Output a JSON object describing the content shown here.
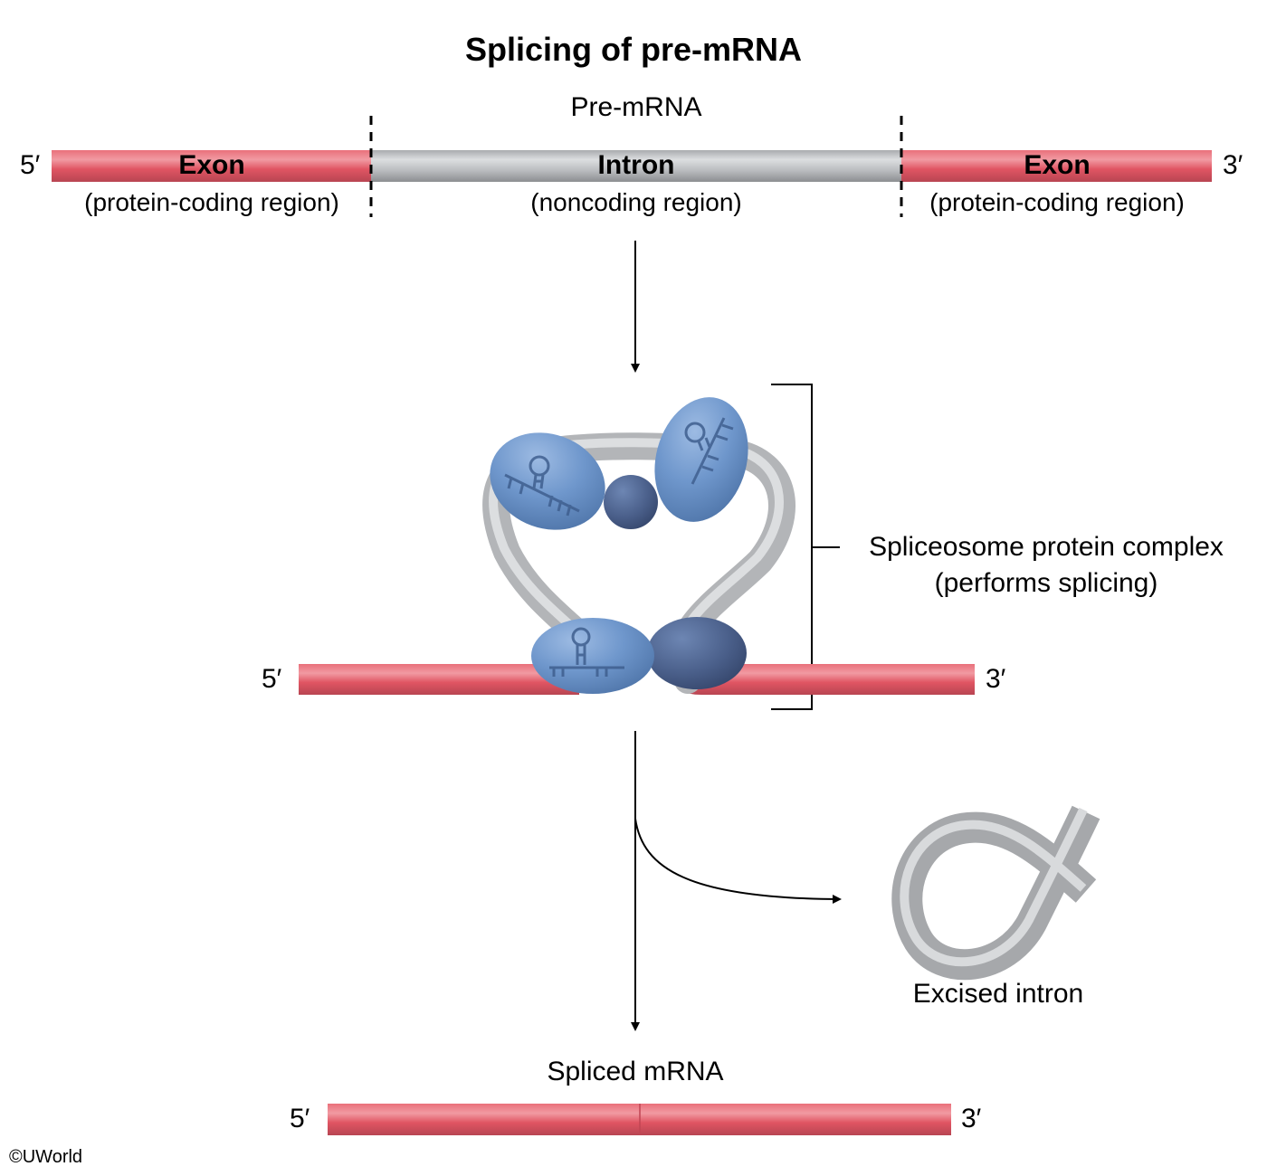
{
  "title": "Splicing of pre-mRNA",
  "pre_mrna": {
    "label": "Pre-mRNA",
    "five_prime": "5′",
    "three_prime": "3′",
    "segments": [
      {
        "name": "Exon",
        "description": "(protein-coding region)",
        "type": "exon"
      },
      {
        "name": "Intron",
        "description": "(noncoding region)",
        "type": "intron"
      },
      {
        "name": "Exon",
        "description": "(protein-coding region)",
        "type": "exon"
      }
    ]
  },
  "spliceosome": {
    "five_prime": "5′",
    "three_prime": "3′",
    "label_line1": "Spliceosome protein complex",
    "label_line2": "(performs splicing)"
  },
  "excised_intron": {
    "label": "Excised intron"
  },
  "spliced_mrna": {
    "label": "Spliced mRNA",
    "five_prime": "5′",
    "three_prime": "3′"
  },
  "colors": {
    "exon": "#e05563",
    "intron": "#b8babd",
    "protein": "#6b93c9",
    "protein_dark": "#4a5f85"
  },
  "copyright": "©UWorld"
}
